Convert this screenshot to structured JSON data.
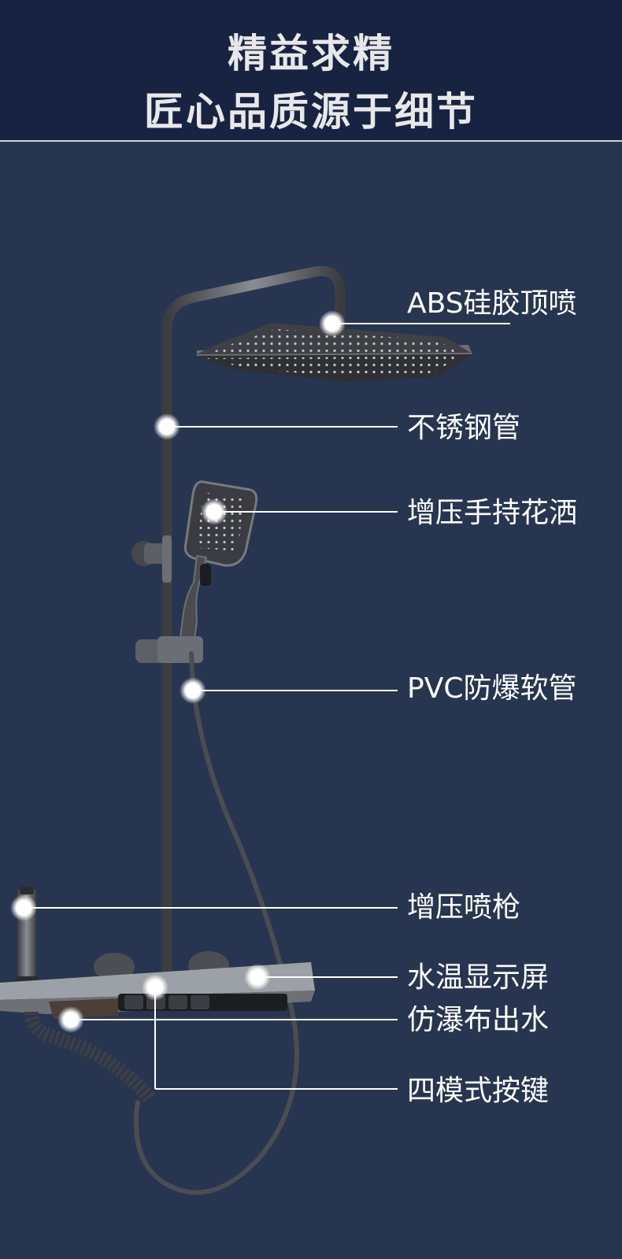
{
  "banner": {
    "line1": "精益求精",
    "line2": "匠心品质源于细节"
  },
  "callouts": [
    {
      "id": "abs",
      "text": "ABS硅胶顶喷"
    },
    {
      "id": "pipe",
      "text": "不锈钢管"
    },
    {
      "id": "handheld",
      "text": "增压手持花洒"
    },
    {
      "id": "hose",
      "text": "PVC防爆软管"
    },
    {
      "id": "spraygun",
      "text": "增压喷枪"
    },
    {
      "id": "display",
      "text": "水温显示屏"
    },
    {
      "id": "waterfall",
      "text": "仿瀑布出水"
    },
    {
      "id": "buttons",
      "text": "四模式按键"
    }
  ],
  "colors": {
    "background": "#283550",
    "banner": "#182341",
    "metal": "#55585d",
    "label": "#ffffff"
  }
}
